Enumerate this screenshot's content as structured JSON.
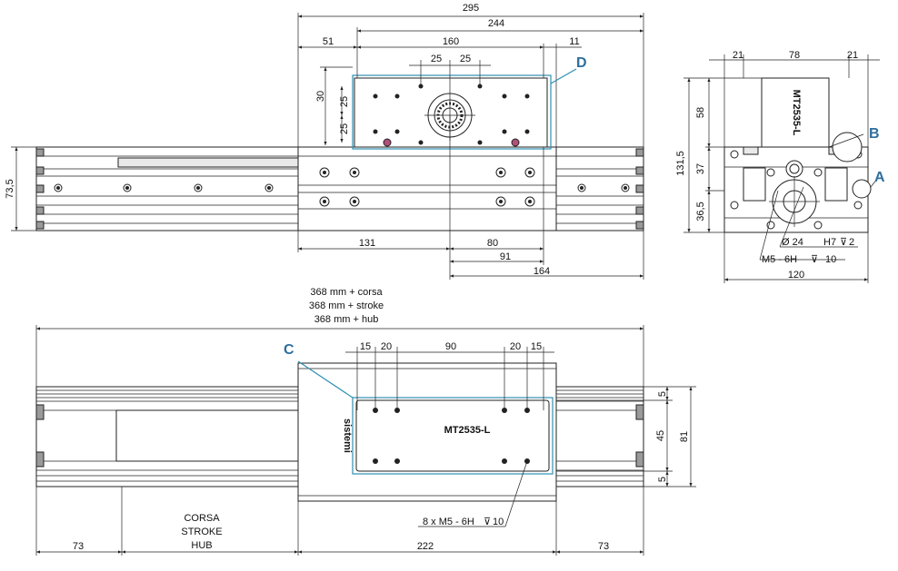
{
  "top_view": {
    "dims": {
      "d295": "295",
      "d244": "244",
      "d51": "51",
      "d160": "160",
      "d11": "11",
      "d25a": "25",
      "d25b": "25",
      "d30": "30",
      "d25v1": "25",
      "d25v2": "25",
      "d73_5": "73,5",
      "d131": "131",
      "d80": "80",
      "d91": "91",
      "d164": "164"
    },
    "callout_d": "D"
  },
  "side_view": {
    "dims": {
      "d21a": "21",
      "d78": "78",
      "d21b": "21",
      "d58": "58",
      "d131_5": "131,5",
      "d37": "37",
      "d36_5": "36,5",
      "d120": "120"
    },
    "motor_label": "MT2535-L",
    "callout_b": "B",
    "callout_a": "A",
    "note_bore": "Ø 24",
    "note_h7": "H7",
    "note_h7_depth": "2",
    "note_thread": "M5 - 6H",
    "note_thread_depth": "10"
  },
  "front_view": {
    "length_notes": [
      "368 mm + corsa",
      "368 mm + stroke",
      "368 mm + hub"
    ],
    "dims": {
      "d15a": "15",
      "d20a": "20",
      "d90": "90",
      "d20b": "20",
      "d15b": "15",
      "d5a": "5",
      "d45": "45",
      "d81": "81",
      "d5b": "5",
      "d73a": "73",
      "d222": "222",
      "d73b": "73"
    },
    "stroke_labels": [
      "CORSA",
      "STROKE",
      "HUB"
    ],
    "carriage_label": "MT2535-L",
    "side_brand": "sistemi",
    "callout_c": "C",
    "hole_note": "8 x M5 - 6H",
    "hole_note_depth": "10"
  }
}
